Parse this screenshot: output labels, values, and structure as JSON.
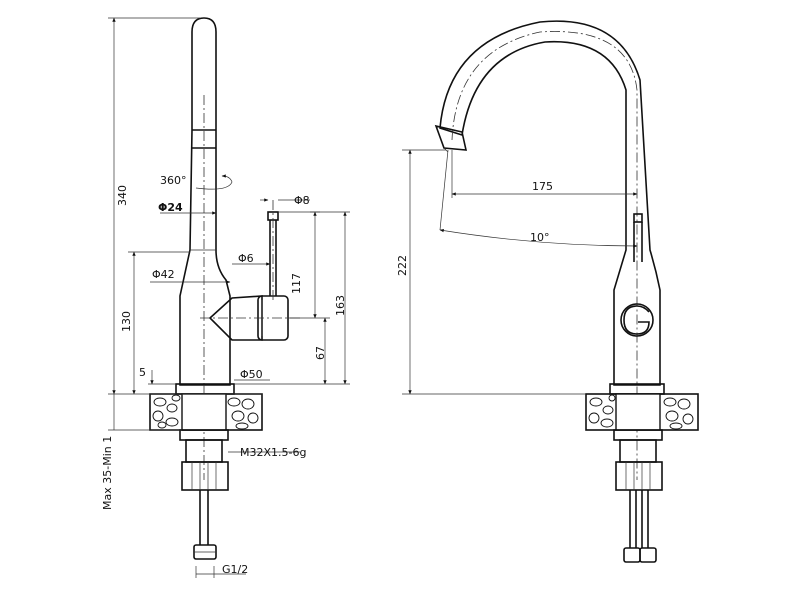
{
  "labels": {
    "total_height": "340",
    "rotation": "360°",
    "spout_diameter": "Φ24",
    "lever_diameter": "Φ8",
    "lever_base_diameter": "Φ6",
    "body_diameter": "Φ42",
    "lever_height": "117",
    "handle_height": "163",
    "body_height": "130",
    "base_step": "5",
    "handle_center_height": "67",
    "base_diameter": "Φ50",
    "thread": "M32X1.5-6g",
    "mount_thickness": "Max 35-Min 1",
    "hose_thread": "G1/2",
    "reach": "175",
    "spout_height": "222",
    "swing_angle": "10°"
  },
  "logo_letter": "G"
}
